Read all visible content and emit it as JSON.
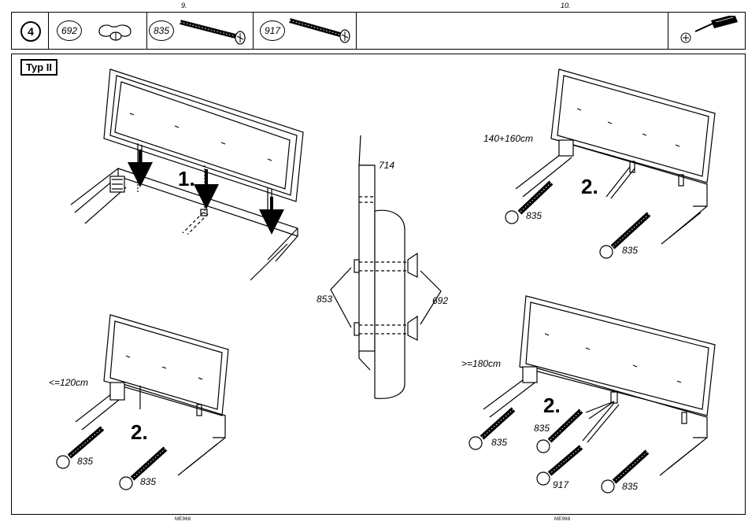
{
  "page_numbers": {
    "left": "9.",
    "right": "10."
  },
  "footer": {
    "left": "ME968",
    "right": "ME968"
  },
  "header": {
    "step": "4",
    "parts": [
      {
        "id": "692",
        "icon": "wing-nut-icon"
      },
      {
        "id": "835",
        "icon": "bolt-icon"
      },
      {
        "id": "917",
        "icon": "bolt-icon"
      }
    ],
    "tool_icon": "screwdriver-icon"
  },
  "type_label": "Typ II",
  "panels": {
    "main": {
      "step_label": "1."
    },
    "detail": {
      "board_label": "714",
      "bolt_label": "853",
      "nut_label": "692"
    },
    "p140": {
      "size_label": "140+160cm",
      "step_label": "2.",
      "bolt_a": "835",
      "bolt_b": "835"
    },
    "p120": {
      "size_label": "<=120cm",
      "step_label": "2.",
      "bolt_a": "835",
      "bolt_b": "835"
    },
    "p180": {
      "size_label": ">=180cm",
      "step_label": "2.",
      "bolt_a": "835",
      "bolt_b": "835",
      "bolt_c": "917",
      "bolt_d": "835"
    }
  }
}
